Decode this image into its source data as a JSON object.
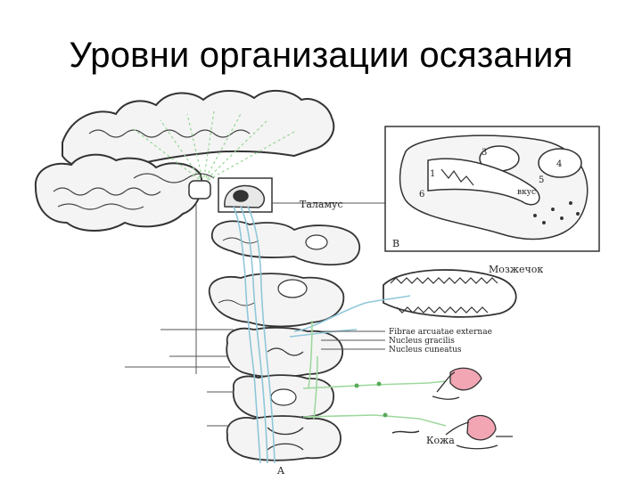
{
  "slide": {
    "title": "Уровни организации осязания"
  },
  "figure": {
    "labels": {
      "thalamus": "Таламус",
      "cerebellum": "Мозжечок",
      "fibrae": "Fibrae arcuatae externae",
      "gracilis": "Nucleus gracilis",
      "cuneatus": "Nucleus cuneatus",
      "skin": "Кожа",
      "inset_letter": "B",
      "bottom_letter": "A",
      "region_1": "1",
      "region_3": "3",
      "region_4": "4",
      "region_5": "5",
      "region_6": "6",
      "taste": "вкус"
    },
    "colors": {
      "ink": "#333333",
      "tract_dorsal": "#8fc7da",
      "tract_cortical": "#9ed89e",
      "skin_fill": "#f2a5b3"
    }
  }
}
